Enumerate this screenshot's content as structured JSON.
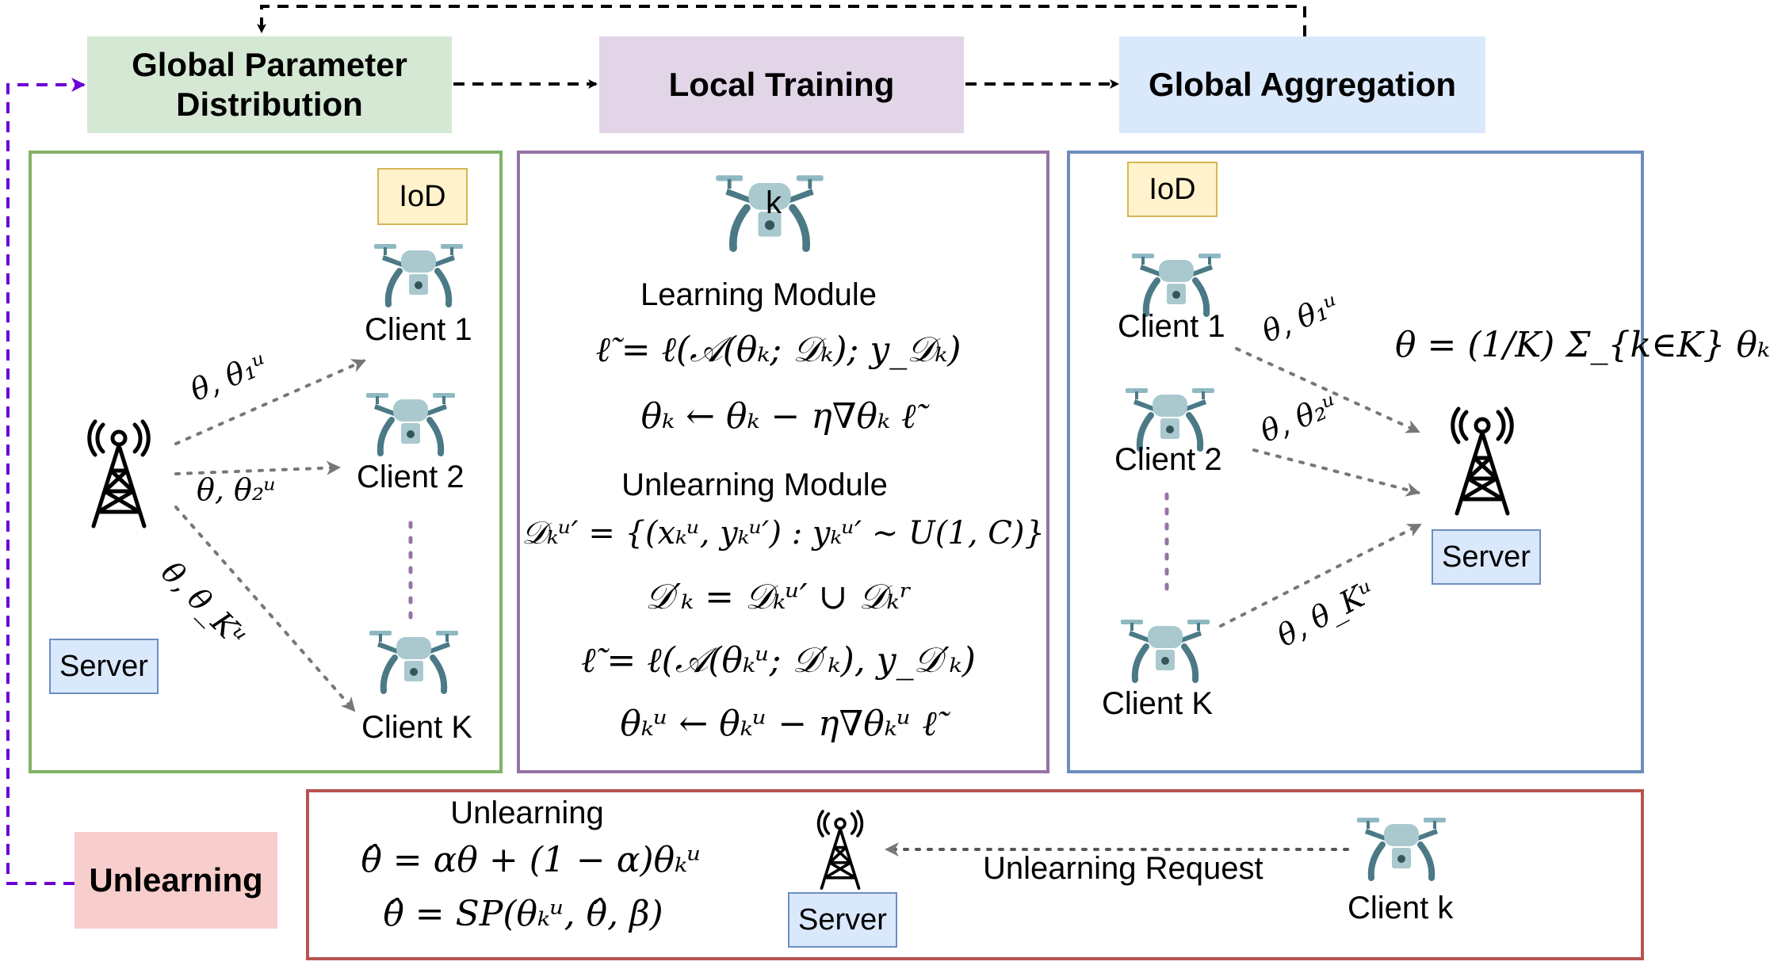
{
  "colors": {
    "green": "#d5e8d4",
    "green_border": "#82b366",
    "purple": "#e1d5e7",
    "purple_border": "#9673a6",
    "blue": "#dae8fc",
    "blue_border": "#6c8ebf",
    "yellow": "#fff2cc",
    "yellow_border": "#d6b656",
    "red": "#f8cecc",
    "red_border": "#b85450",
    "violet_arrow": "#6a00d4",
    "drone": "#4b7a86"
  },
  "stages": {
    "distribution": "Global Parameter Distribution",
    "local_training": "Local Training",
    "aggregation": "Global Aggregation",
    "unlearning": "Unlearning"
  },
  "left_panel": {
    "tag": "IoD",
    "server": "Server",
    "clients": [
      "Client 1",
      "Client 2",
      "Client K"
    ],
    "edges": [
      "θ, θ₁ᵘ",
      "θ, θ₂ᵘ",
      "θ, θ_Kᵘ"
    ]
  },
  "middle_panel": {
    "drone_label": "k",
    "learning_title": "Learning Module",
    "learning_eqs": [
      "ℓ̃ = ℓ(𝒜(θₖ; 𝒟ₖ); y_𝒟ₖ)",
      "θₖ ← θₖ − η∇θₖ ℓ̃"
    ],
    "unlearning_title": "Unlearning Module",
    "unlearning_eqs": [
      "𝒟ₖᵘ′ = {(xₖᵘ, yₖᵘ′) : yₖᵘ′ ∼ U(1, C)}",
      "𝒟′ₖ = 𝒟ₖᵘ′ ∪ 𝒟ₖʳ",
      "ℓ̃ = ℓ(𝒜(θₖᵘ; 𝒟′ₖ), y_𝒟′ₖ)",
      "θₖᵘ ← θₖᵘ − η∇θₖᵘ ℓ̃"
    ]
  },
  "right_panel": {
    "tag": "IoD",
    "server": "Server",
    "clients": [
      "Client 1",
      "Client 2",
      "Client K"
    ],
    "edges": [
      "θ, θ₁ᵘ",
      "θ, θ₂ᵘ",
      "θ, θ_Kᵘ"
    ],
    "aggregation_eq": "θ = (1/K) Σ_{k∈K} θₖ"
  },
  "bottom_panel": {
    "title": "Unlearning",
    "eqs": [
      "θ̂ = αθ + (1 − α)θₖᵘ",
      "θ̂ = SP(θₖᵘ, θ̂, β)"
    ],
    "server": "Server",
    "request": "Unlearning Request",
    "client": "Client k"
  }
}
